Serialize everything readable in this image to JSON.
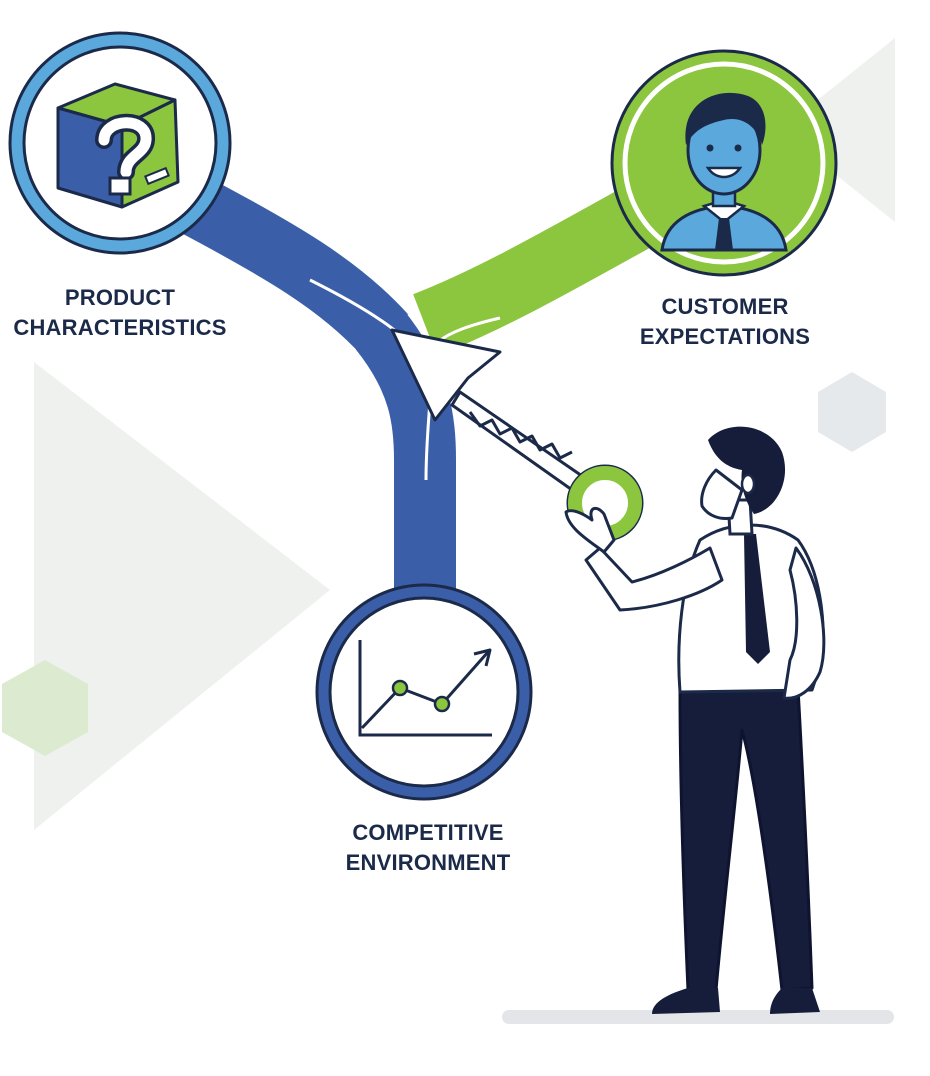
{
  "labels": {
    "product": [
      "PRODUCT",
      "CHARACTERISTICS"
    ],
    "customer": [
      "CUSTOMER",
      "EXPECTATIONS"
    ],
    "competitive": [
      "COMPETITIVE",
      "ENVIRONMENT"
    ]
  },
  "icons": {
    "product": "question-box-icon",
    "customer": "businessman-avatar-icon",
    "competitive": "trend-chart-icon",
    "key": "key-icon",
    "person": "businessman-figure"
  },
  "colors": {
    "navy": "#3a5ea8",
    "navy_dark": "#1c2a4a",
    "green": "#8cc63f",
    "light_blue": "#5aa8dc",
    "outline": "#1c2a4a"
  }
}
